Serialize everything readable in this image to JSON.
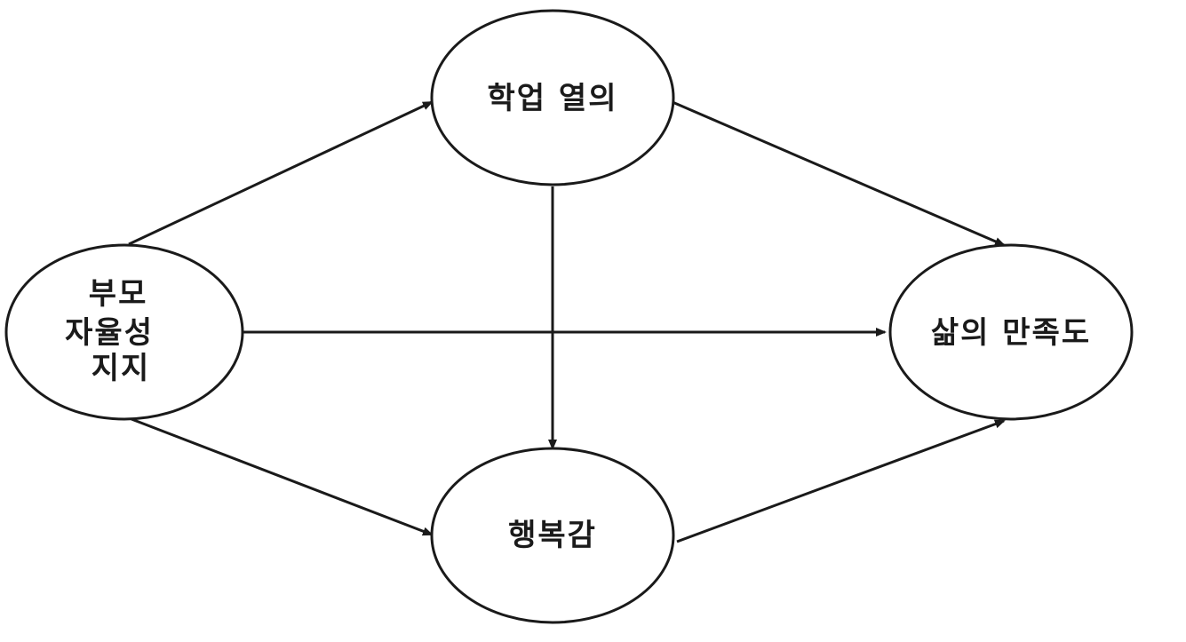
{
  "nodes": {
    "parent_support": {
      "lines": [
        "부모",
        "자율성",
        "지지"
      ]
    },
    "academic_passion": {
      "lines": [
        "학업 열의"
      ]
    },
    "happiness": {
      "lines": [
        "행복감"
      ]
    },
    "life_satisfaction": {
      "lines": [
        "삶의 만족도"
      ]
    }
  },
  "edges": [
    {
      "from": "parent_support",
      "to": "academic_passion"
    },
    {
      "from": "parent_support",
      "to": "happiness"
    },
    {
      "from": "parent_support",
      "to": "life_satisfaction"
    },
    {
      "from": "academic_passion",
      "to": "happiness"
    },
    {
      "from": "academic_passion",
      "to": "life_satisfaction"
    },
    {
      "from": "happiness",
      "to": "life_satisfaction"
    }
  ],
  "colors": {
    "stroke": "#1a1a1a",
    "background": "#ffffff"
  }
}
